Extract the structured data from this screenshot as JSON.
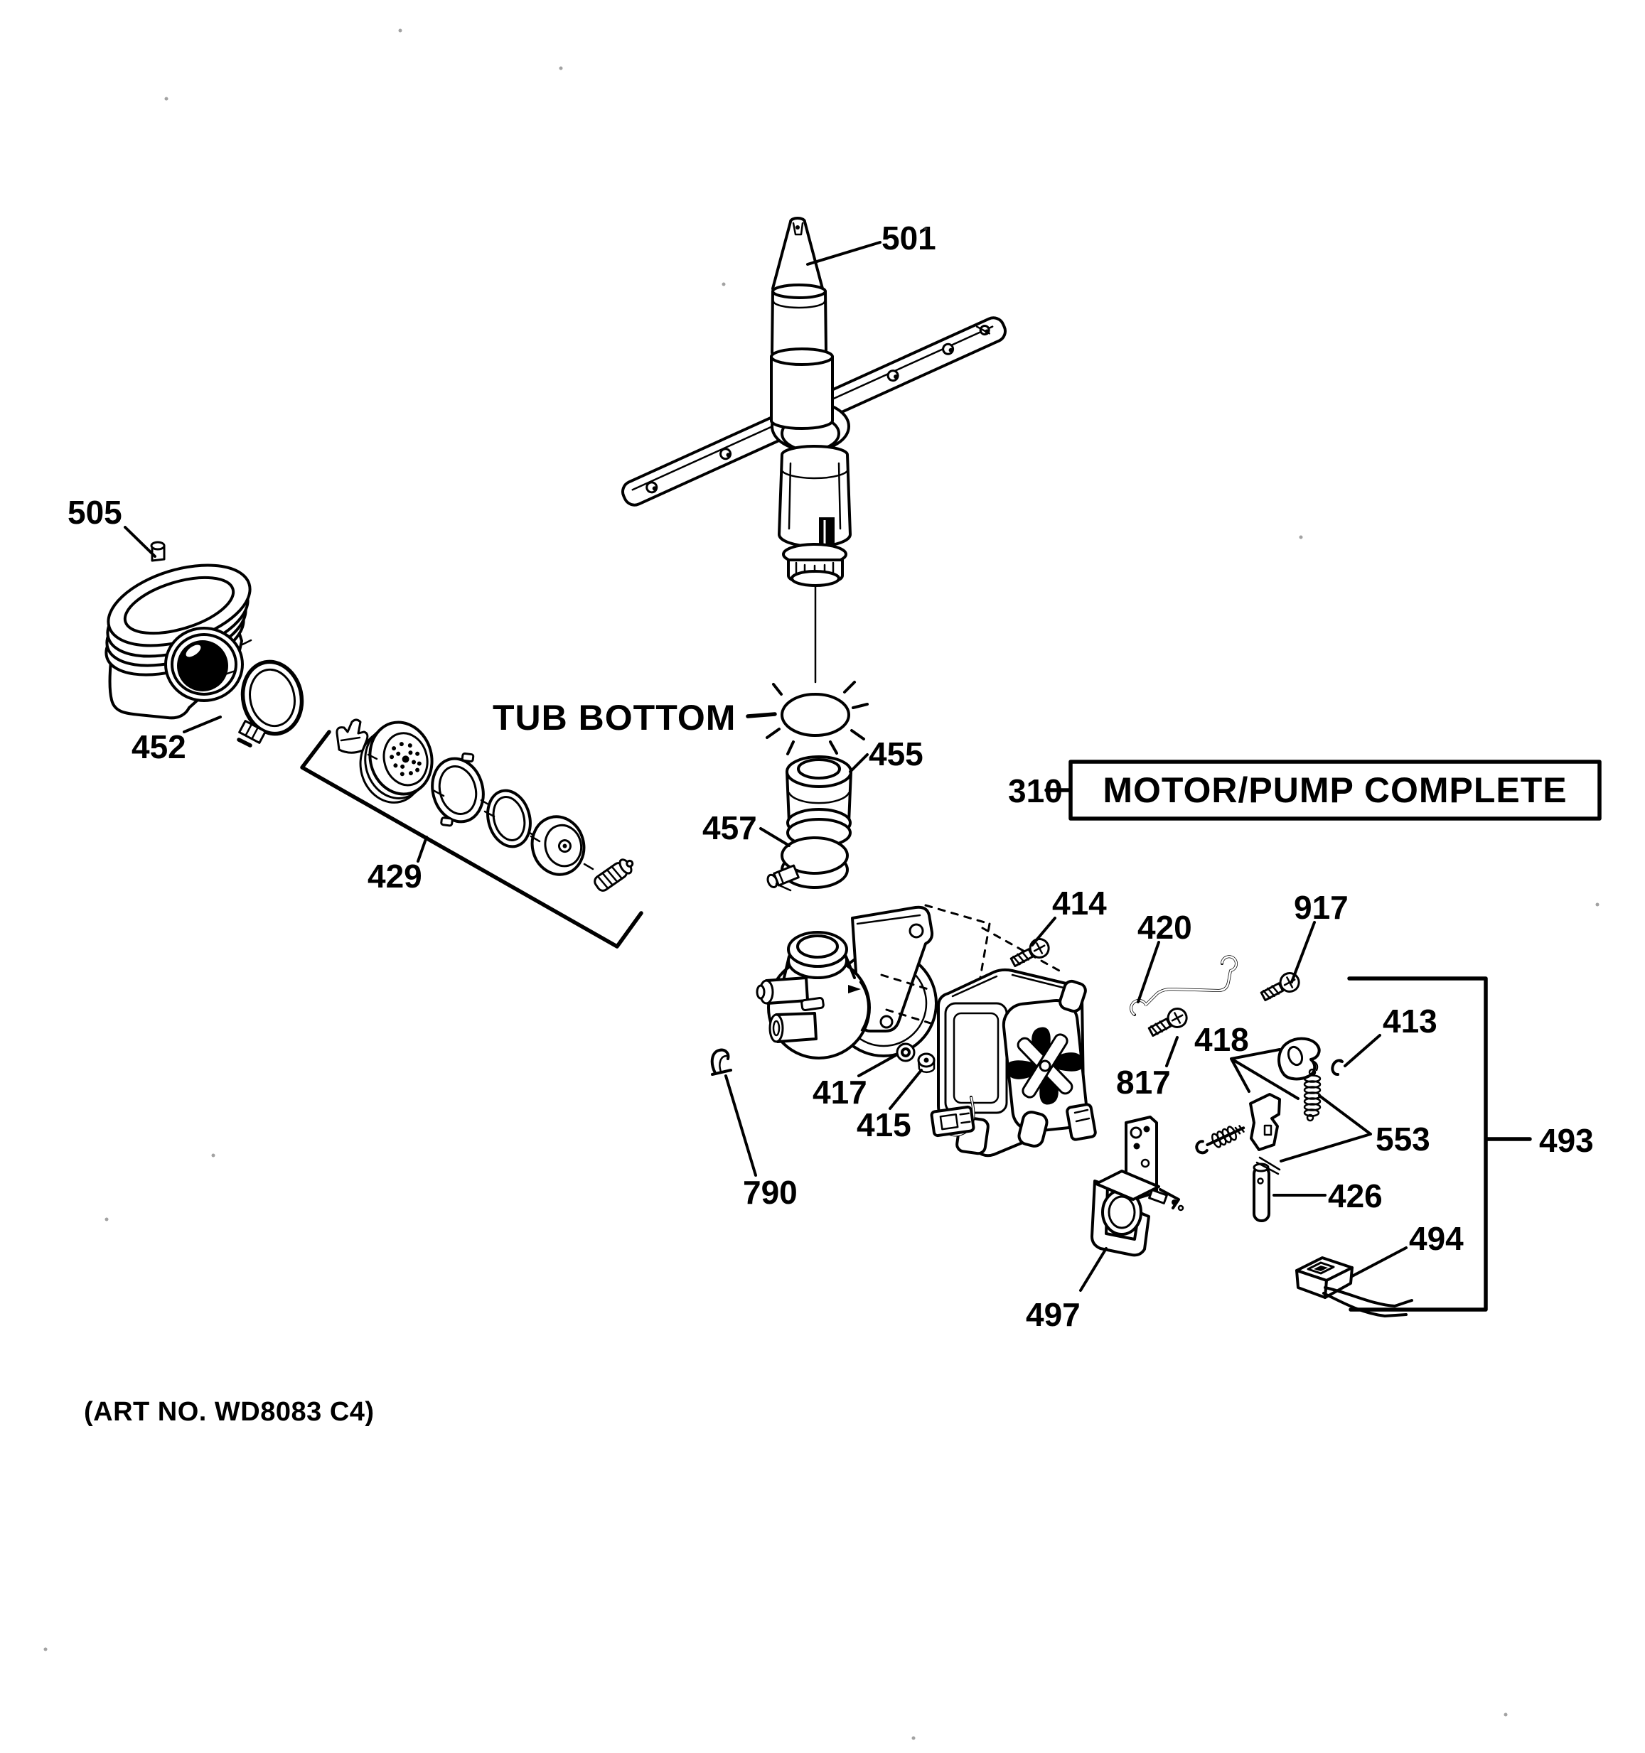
{
  "canvas": {
    "background": "#ffffff",
    "ink": "#000000"
  },
  "diagram": {
    "art_no": "(ART NO. WD8083 C4)",
    "tub_bottom": "TUB BOTTOM",
    "assembly_box": {
      "ref": "310",
      "label": "MOTOR/PUMP COMPLETE"
    },
    "callouts": [
      {
        "ref": "501"
      },
      {
        "ref": "505"
      },
      {
        "ref": "452"
      },
      {
        "ref": "429"
      },
      {
        "ref": "455"
      },
      {
        "ref": "457"
      },
      {
        "ref": "414"
      },
      {
        "ref": "420"
      },
      {
        "ref": "917"
      },
      {
        "ref": "418"
      },
      {
        "ref": "413"
      },
      {
        "ref": "817"
      },
      {
        "ref": "417"
      },
      {
        "ref": "415"
      },
      {
        "ref": "790"
      },
      {
        "ref": "553"
      },
      {
        "ref": "493"
      },
      {
        "ref": "426"
      },
      {
        "ref": "494"
      },
      {
        "ref": "497"
      }
    ]
  }
}
